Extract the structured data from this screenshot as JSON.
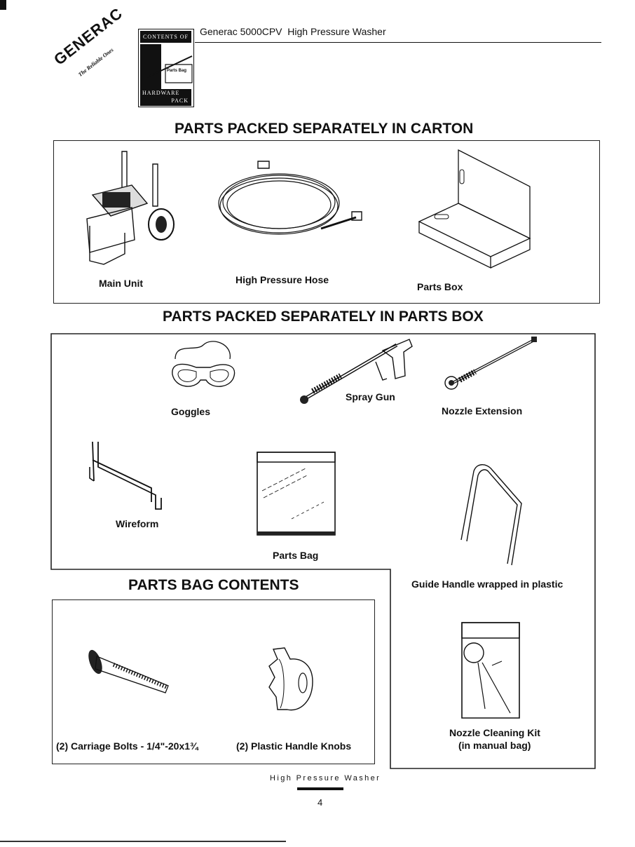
{
  "header": {
    "brand_logo": "GENERAC",
    "brand_tagline": "The Reliable Ones",
    "doc_title": "Generac 5000CPV  High Pressure Washer",
    "thumb_top": "CONTENTS OF",
    "thumb_tag": "Parts Bag",
    "thumb_bottom_1": "HARDWARE",
    "thumb_bottom_2": "PACK"
  },
  "carton": {
    "heading": "PARTS PACKED SEPARATELY IN CARTON",
    "items": [
      "Main Unit",
      "High Pressure Hose",
      "Parts Box"
    ]
  },
  "parts_box": {
    "heading": "PARTS PACKED SEPARATELY IN PARTS BOX",
    "items": {
      "goggles": "Goggles",
      "spray_gun": "Spray Gun",
      "nozzle_extension": "Nozzle Extension",
      "wireform": "Wireform",
      "parts_bag": "Parts Bag",
      "guide_handle": "Guide Handle wrapped in plastic",
      "nozzle_kit_1": "Nozzle Cleaning Kit",
      "nozzle_kit_2": "(in manual bag)"
    }
  },
  "parts_bag": {
    "heading": "PARTS BAG CONTENTS",
    "items": [
      "(2) Carriage Bolts - 1/4\"-20x1¾",
      "(2) Plastic Handle Knobs"
    ]
  },
  "footer": {
    "title": "High Pressure Washer",
    "page": "4"
  }
}
